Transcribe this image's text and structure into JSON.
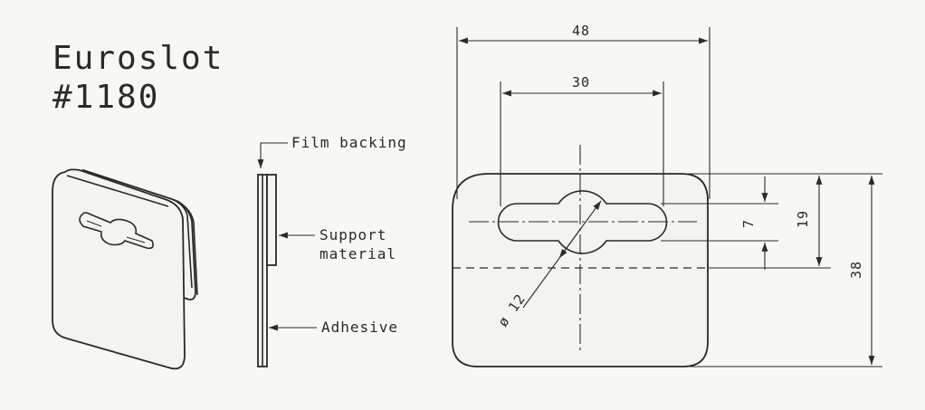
{
  "title": {
    "line1": "Euroslot",
    "line2": "#1180"
  },
  "labels": {
    "film_backing": "Film backing",
    "support_line1": "Support",
    "support_line2": "material",
    "adhesive": "Adhesive"
  },
  "dimensions": {
    "overall_width": "48",
    "slot_width": "30",
    "slot_height": "7",
    "hole_to_top": "19",
    "overall_height": "38",
    "hole_diameter": "ø 12"
  },
  "colors": {
    "ink": "#2a2a2a",
    "paper": "#f7f7f4"
  }
}
